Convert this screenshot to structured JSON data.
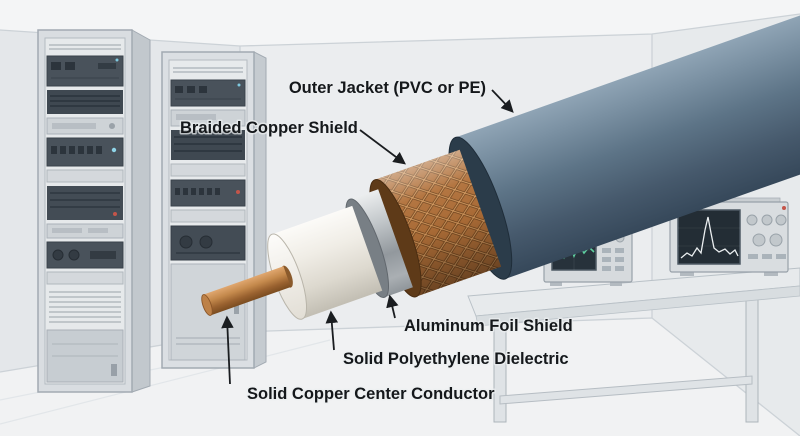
{
  "labels": {
    "outer_jacket": "Outer Jacket (PVC or PE)",
    "braided_shield": "Braided Copper Shield",
    "foil_shield": "Aluminum Foil Shield",
    "dielectric": "Solid Polyethylene Dielectric",
    "center_conductor": "Solid Copper Center Conductor"
  },
  "colors": {
    "outer_jacket": "#5d7487",
    "braided_shield": "#b06f38",
    "foil_shield": "#b9bec3",
    "dielectric": "#f0ede6",
    "center_conductor": "#b97c42",
    "label_text": "#15181b",
    "wall": "#eceef0",
    "floor": "#f1f2f3"
  }
}
